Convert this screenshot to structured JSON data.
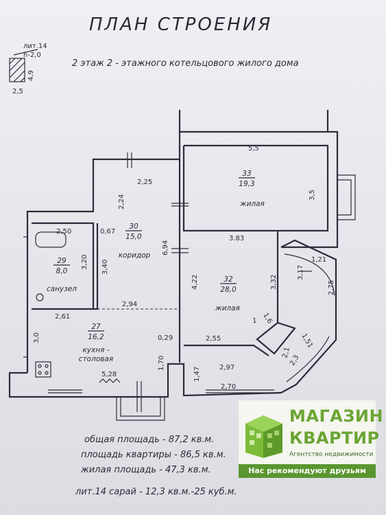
{
  "header": {
    "title": "ПЛАН СТРОЕНИЯ",
    "subtitle": "2 этаж 2 - этажного котельцового жилого дома"
  },
  "shed": {
    "label": "лит.14",
    "height": "h-2,0",
    "depth": "4,9",
    "width": "2,5"
  },
  "rooms": [
    {
      "number": "33",
      "area": "19,3",
      "name": "жилая"
    },
    {
      "number": "30",
      "area": "15,0",
      "name": "коридор"
    },
    {
      "number": "29",
      "area": "8,0",
      "name": "санузел"
    },
    {
      "number": "32",
      "area": "28,0",
      "name": "жилая"
    },
    {
      "number": "27",
      "area": "16,2",
      "name": "кухня -\nстоловая"
    }
  ],
  "dimensions": {
    "d_5_5": "5,5",
    "d_2_25": "2,25",
    "d_3_5": "3,5",
    "d_2_24": "2,24",
    "d_2_50": "2,50",
    "d_0_67": "0,67",
    "d_3_20": "3,20",
    "d_3_40": "3,40",
    "d_6_94": "6,94",
    "d_3_83": "3.83",
    "d_4_22": "4,22",
    "d_3_32": "3,32",
    "d_3_17": "3,17",
    "d_1_21": "1,21",
    "d_2_75": "2,75",
    "d_1": "1",
    "d_1_6": "1,6",
    "d_2_94": "2,94",
    "d_2_61": "2,61",
    "d_3_0": "3,0",
    "d_0_29": "0,29",
    "d_2_55": "2,55",
    "d_2_1": "2,1",
    "d_1_51": "1,51",
    "d_2_3": "2,3",
    "d_1_70": "1,70",
    "d_1_47": "1,47",
    "d_2_97": "2,97",
    "d_5_28": "5,28",
    "d_2_70": "2,70"
  },
  "summary": {
    "total": "общая площадь - 87,2 кв.м.",
    "apartment": "площадь квартиры - 86,5 кв.м.",
    "living": "жилая площадь - 47,3 кв.м.",
    "shed": "лит.14 сарай - 12,3 кв.м.-25 куб.м."
  },
  "watermark": {
    "line1": "МАГАЗИН",
    "line2": "КВАРТИР",
    "tagline": "Агентство недвижимости",
    "slogan": "Нас рекомендуют друзьям",
    "brand_color": "#6ba533",
    "banner_color": "#5a9630"
  }
}
